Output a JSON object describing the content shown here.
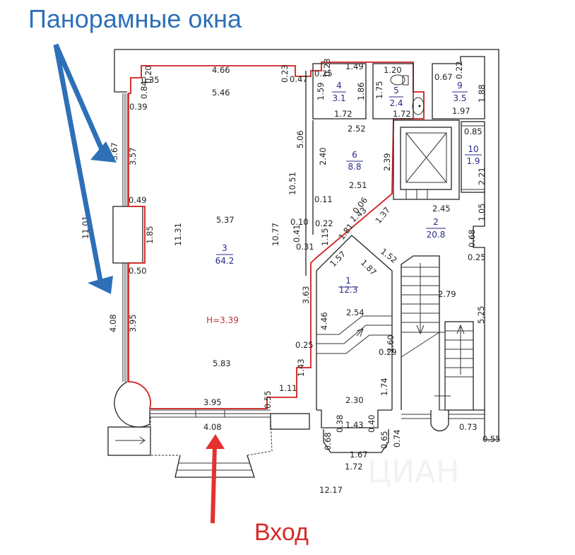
{
  "annotations": {
    "panoramic_windows": "Панорамные окна",
    "entrance": "Вход",
    "colors": {
      "callout_blue": "#2e70b8",
      "callout_red": "#d62a2a",
      "highlight_outline": "#d11f1f",
      "room_label": "#2a2a8a"
    }
  },
  "rooms": [
    {
      "number": "1",
      "area": "12.3"
    },
    {
      "number": "2",
      "area": "20.8"
    },
    {
      "number": "3",
      "area": "64.2"
    },
    {
      "number": "4",
      "area": "3.1"
    },
    {
      "number": "5",
      "area": "2.4"
    },
    {
      "number": "6",
      "area": "8.8"
    },
    {
      "number": "9",
      "area": "3.5"
    },
    {
      "number": "10",
      "area": "1.9"
    }
  ],
  "ceiling_height": "H=3.39",
  "dimensions": {
    "top_466": "4.66",
    "top_546": "5.46",
    "d035": "0.35",
    "d020": "0.20",
    "d084": "0.84",
    "d039": "0.39",
    "d023a": "0.23",
    "d047": "0.47",
    "d025a": "0.25",
    "d023b": "0.23",
    "d149": "1.49",
    "d120": "1.20",
    "d159": "1.59",
    "d186": "1.86",
    "d175": "1.75",
    "d172a": "1.72",
    "d172b": "1.72",
    "d067": "0.67",
    "d022": "0.22",
    "d188": "1.88",
    "d197": "1.97",
    "d085": "0.85",
    "d221": "2.21",
    "d252": "2.52",
    "d506": "5.06",
    "d240": "2.40",
    "d239": "2.39",
    "d251": "2.51",
    "d1051": "10.51",
    "d011": "0.11",
    "d010": "0.10",
    "d022b": "0.22",
    "d041": "0.41",
    "d031": "0.31",
    "d115": "1.15",
    "d143a": "1.43",
    "d006": "0.06",
    "d181": "1.81",
    "d137": "1.37",
    "d245": "2.45",
    "d105": "1.05",
    "d068a": "0.68",
    "d025b": "0.25",
    "d152": "1.52",
    "d157": "1.57",
    "d187": "1.87",
    "d367": "3.67",
    "d357": "3.57",
    "d049": "0.49",
    "d185": "1.85",
    "d050": "0.50",
    "d1131": "11.31",
    "d537": "5.37",
    "d1077": "10.77",
    "d408a": "4.08",
    "d395a": "3.95",
    "d363": "3.63",
    "d025c": "0.25",
    "d583": "5.83",
    "d143b": "1.43",
    "d111": "1.11",
    "d055a": "0.55",
    "d395b": "3.95",
    "d408b": "4.08",
    "d446": "4.46",
    "d254": "2.54",
    "d260": "2.60",
    "d029": "0.29",
    "d174": "1.74",
    "d230": "2.30",
    "d038": "0.38",
    "d143c": "1.43",
    "d040": "0.40",
    "d065": "0.65",
    "d074": "0.74",
    "d068b": "0.68",
    "d167": "1.67",
    "d172c": "1.72",
    "d1217": "12.17",
    "d279": "2.79",
    "d525": "5.25",
    "d073": "0.73",
    "d055b": "0.55",
    "d1101": "11.01"
  },
  "watermark": "ЦИАН"
}
